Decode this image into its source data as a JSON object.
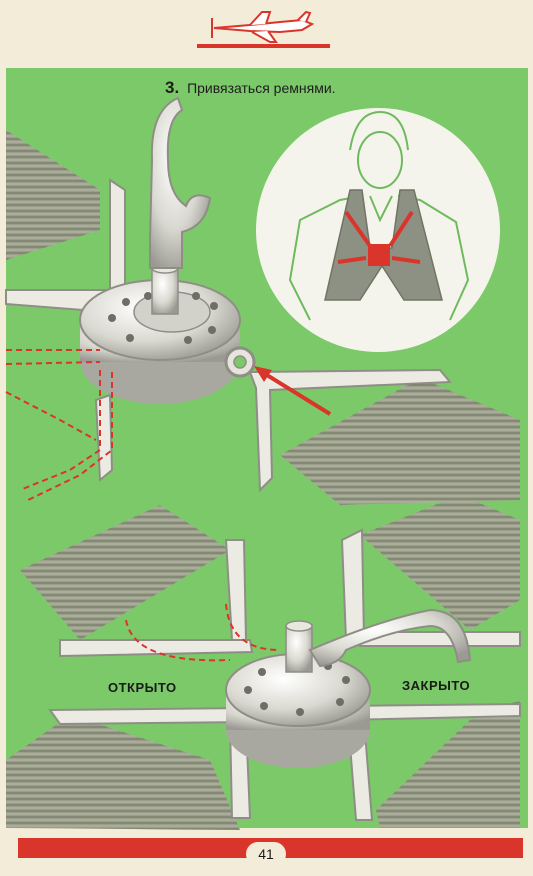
{
  "heading": {
    "number": "3.",
    "text": "Привязаться ремнями."
  },
  "labels": {
    "open": "ОТКРЫТО",
    "closed": "ЗАКРЫТО"
  },
  "footer": {
    "page_number": "41"
  },
  "icons": {
    "header": "airplane-icon"
  },
  "colors": {
    "background": "#f3ecd9",
    "panel_green": "#7cc96a",
    "accent_red": "#d9352a",
    "metal": "#e6e4dc"
  }
}
